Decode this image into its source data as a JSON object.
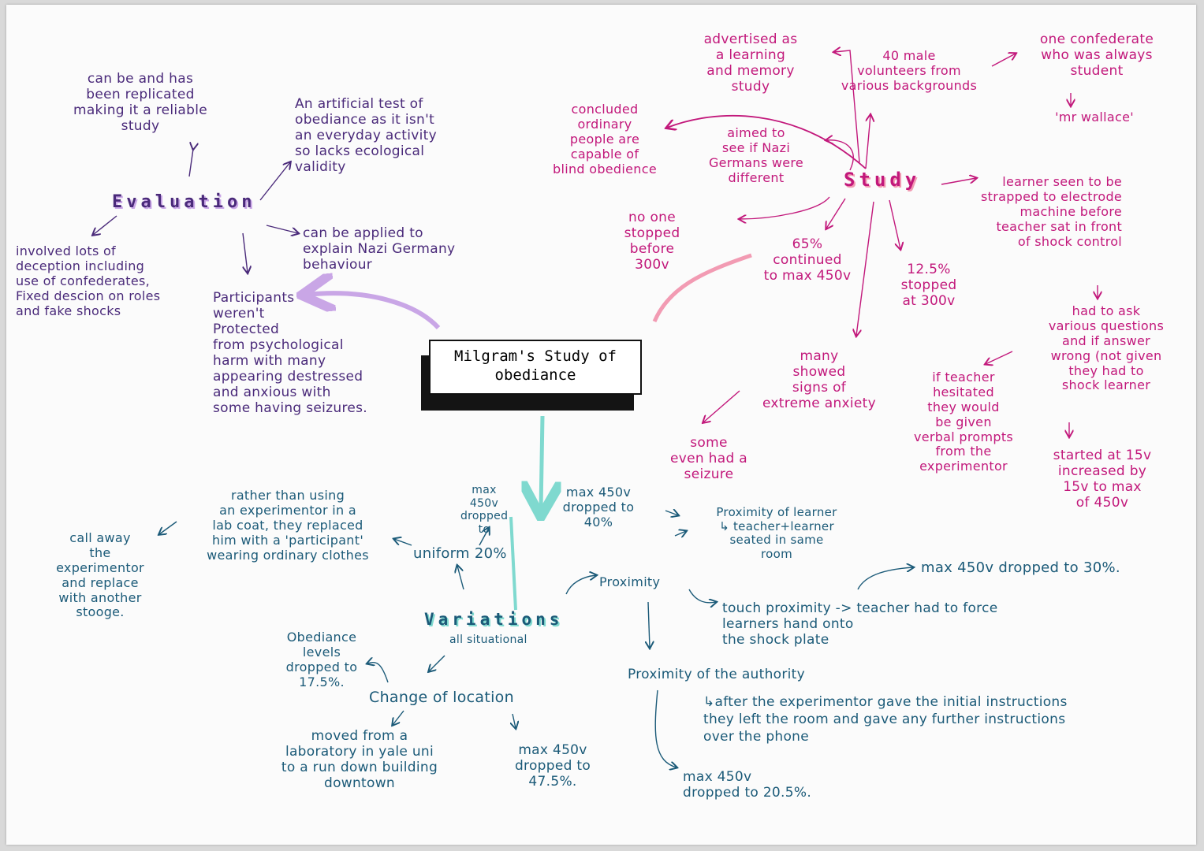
{
  "center": "Milgram's  Study of\nobediance",
  "headers": {
    "evaluation": "Evaluation",
    "study": "Study",
    "variations": "Variations"
  },
  "evaluation": {
    "replicated": "can be and has\nbeen replicated\nmaking it a reliable\nstudy",
    "artificial": "An artificial test of\nobediance as it isn't\nan everyday activity\nso lacks ecological\nvalidity",
    "deception": "involved lots of\ndeception including\nuse of confederates,\nFixed descion on roles\nand fake shocks",
    "applied": "can be applied to\nexplain Nazi Germany\nbehaviour",
    "harm": "Participants\nweren't\nProtected\nfrom psychological\nharm with many\nappearing destressed\nand anxious with\nsome having seizures."
  },
  "study": {
    "advertised": "advertised as\na learning\nand memory\nstudy",
    "volunteers": "40 male\nvolunteers from\nvarious backgrounds",
    "confederate": "one confederate\nwho was always\nstudent",
    "wallace": "'mr wallace'",
    "concluded": "concluded\nordinary\npeople are\ncapable of\nblind obedience",
    "aimed": "aimed to\nsee if Nazi\nGermans were\ndifferent",
    "strapped": "learner seen to be\nstrapped to electrode\nmachine before\nteacher sat in front\nof shock control",
    "noone": "no one\nstopped\nbefore\n300v",
    "continued": "65%\ncontinued\nto max 450v",
    "stopped": "12.5%\nstopped\nat 300v",
    "questions": "had to ask\nvarious questions\nand if answer\nwrong (not given\nthey had to\nshock learner",
    "anxiety": "many\nshowed\nsigns of\nextreme anxiety",
    "hesitated": "if teacher\nhesitated\nthey would\nbe given\nverbal prompts\nfrom the\nexperimentor",
    "started": "started at 15v\nincreased by\n15v to max\nof 450v",
    "seizure": "some\neven had a\nseizure"
  },
  "variations": {
    "all_situational": "all situational",
    "rather": "rather than using\nan experimentor in a\nlab coat, they replaced\nhim with a 'participant'\nwearing ordinary clothes",
    "uniform_max": "max\n450v\ndropped\nto",
    "uniform": "uniform 20%",
    "prox_max": "max 450v\ndropped to\n40%",
    "prox_learner": "Proximity of learner\n↳ teacher+learner\nseated in same\nroom",
    "call_away": "call away\nthe\nexperimentor\nand replace\nwith another\nstooge.",
    "proximity": "Proximity",
    "touch_max": "max 450v dropped to 30%.",
    "touch": "touch proximity -> teacher had to force\nlearners hand onto\nthe shock plate",
    "obediance": "Obediance\nlevels\ndropped to\n17.5%.",
    "change": "Change of location",
    "authority": "Proximity of the authority",
    "after": "↳after the experimentor gave the initial instructions\nthey left the room and gave any further instructions\nover the phone",
    "moved": "moved from a\nlaboratory in yale uni\nto a run down building\ndowntown",
    "location_max": "max 450v\ndropped to\n47.5%.",
    "authority_max": "max 450v\ndropped to 20.5%."
  },
  "colors": {
    "purple": "#4a2a7a",
    "lilac": "#c9a6e6",
    "pink": "#c2187b",
    "pink_light": "#f29bb3",
    "teal": "#1b5a78",
    "teal_light": "#7fd9cf"
  }
}
